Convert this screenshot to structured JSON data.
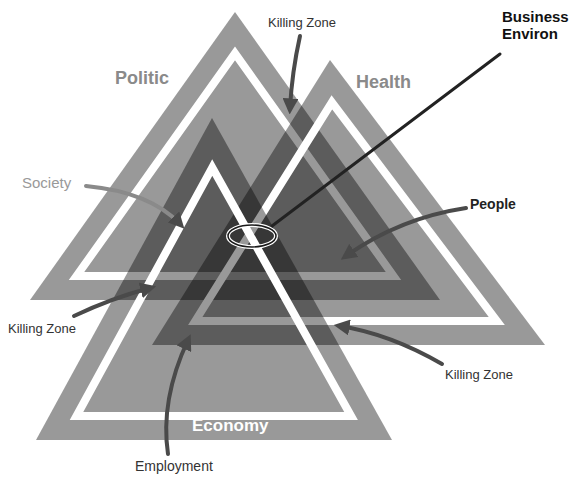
{
  "diagram": {
    "nodes": [
      {
        "text": [
          "Politic"
        ]
      },
      {
        "text": [
          "Health"
        ]
      },
      {
        "text": [
          "Economy"
        ]
      }
    ],
    "labels": [
      "Killing Zone",
      "Business Environ",
      "Society",
      "People",
      "Killing Zone",
      "Killing Zone",
      "Employment"
    ]
  }
}
